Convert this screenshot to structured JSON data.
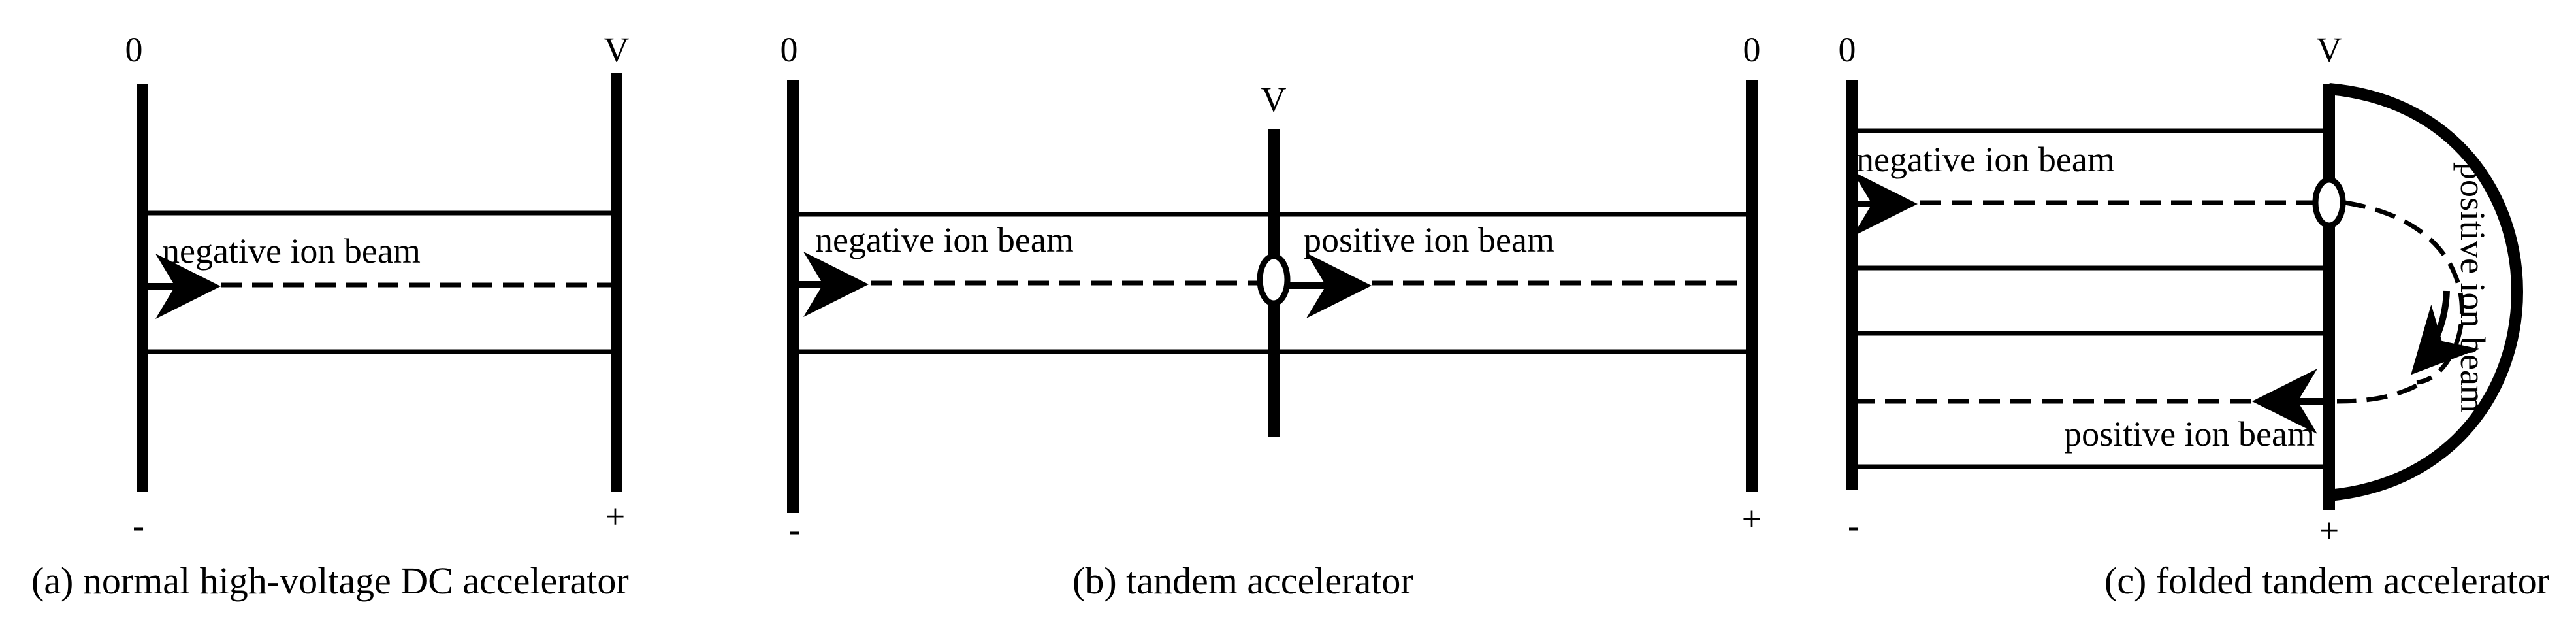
{
  "colors": {
    "ink": "#000000",
    "background": "#ffffff"
  },
  "panel_a": {
    "left_electrode_label": "0",
    "right_electrode_label": "V",
    "left_polarity": "-",
    "right_polarity": "+",
    "beam_label": "negative ion beam",
    "caption": "(a) normal high-voltage DC accelerator"
  },
  "panel_b": {
    "left_electrode_label": "0",
    "terminal_label": "V",
    "right_electrode_label": "0",
    "left_polarity": "-",
    "right_polarity": "+",
    "negative_beam_label": "negative ion beam",
    "positive_beam_label": "positive ion beam",
    "caption": "(b) tandem accelerator"
  },
  "panel_c": {
    "left_electrode_label": "0",
    "terminal_label": "V",
    "left_polarity": "-",
    "terminal_polarity": "+",
    "negative_beam_label": "negative ion beam",
    "curved_beam_label": "positive ion beam",
    "return_beam_label": "positive ion beam",
    "caption": "(c) folded tandem accelerator"
  }
}
